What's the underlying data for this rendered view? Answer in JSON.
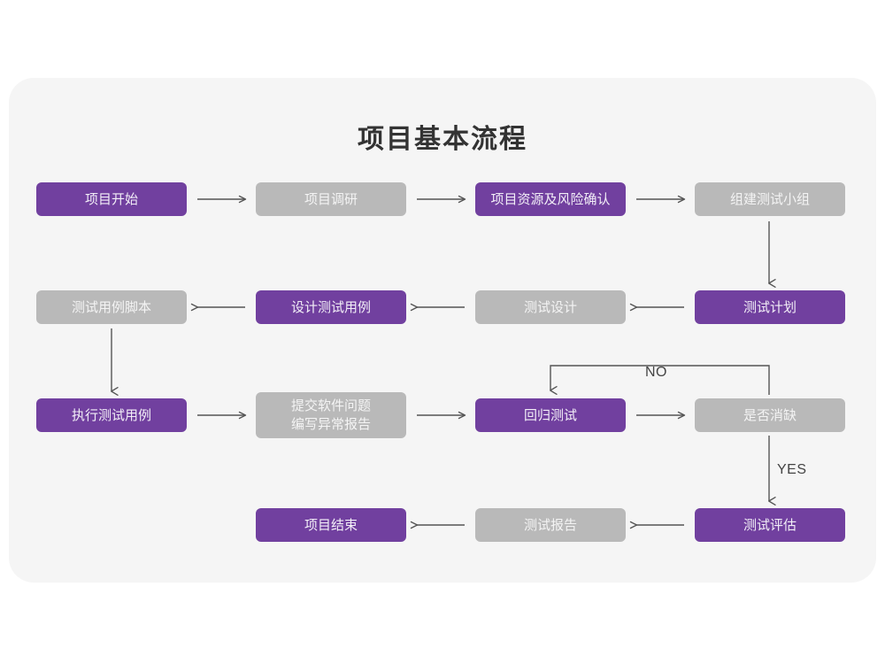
{
  "diagram": {
    "title": "项目基本流程",
    "colors": {
      "purple": "#71409F",
      "gray": "#B9B9B9",
      "card_background": "#F5F5F5",
      "page_background": "#FFFFFF",
      "connector": "#555555",
      "title_text": "#333333"
    },
    "nodes": [
      {
        "id": "n1",
        "label": "项目开始",
        "style": "purple",
        "row": 1,
        "col": 1
      },
      {
        "id": "n2",
        "label": "项目调研",
        "style": "gray",
        "row": 1,
        "col": 2
      },
      {
        "id": "n3",
        "label": "项目资源及风险确认",
        "style": "purple",
        "row": 1,
        "col": 3
      },
      {
        "id": "n4",
        "label": "组建测试小组",
        "style": "gray",
        "row": 1,
        "col": 4
      },
      {
        "id": "n5",
        "label": "测试用例脚本",
        "style": "gray",
        "row": 2,
        "col": 1
      },
      {
        "id": "n6",
        "label": "设计测试用例",
        "style": "purple",
        "row": 2,
        "col": 2
      },
      {
        "id": "n7",
        "label": "测试设计",
        "style": "gray",
        "row": 2,
        "col": 3
      },
      {
        "id": "n8",
        "label": "测试计划",
        "style": "purple",
        "row": 2,
        "col": 4
      },
      {
        "id": "n9",
        "label": "执行测试用例",
        "style": "purple",
        "row": 3,
        "col": 1
      },
      {
        "id": "n10",
        "label_line1": "提交软件问题",
        "label_line2": "编写异常报告",
        "style": "gray",
        "row": 3,
        "col": 2
      },
      {
        "id": "n11",
        "label": "回归测试",
        "style": "purple",
        "row": 3,
        "col": 3
      },
      {
        "id": "n12",
        "label": "是否消缺",
        "style": "gray",
        "row": 3,
        "col": 4
      },
      {
        "id": "n13",
        "label": "项目结束",
        "style": "purple",
        "row": 4,
        "col": 2
      },
      {
        "id": "n14",
        "label": "测试报告",
        "style": "gray",
        "row": 4,
        "col": 3
      },
      {
        "id": "n15",
        "label": "测试评估",
        "style": "purple",
        "row": 4,
        "col": 4
      }
    ],
    "edge_labels": {
      "no": "NO",
      "yes": "YES"
    },
    "edges": [
      {
        "from": "n1",
        "to": "n2",
        "direction": "right"
      },
      {
        "from": "n2",
        "to": "n3",
        "direction": "right"
      },
      {
        "from": "n3",
        "to": "n4",
        "direction": "right"
      },
      {
        "from": "n4",
        "to": "n8",
        "direction": "down"
      },
      {
        "from": "n8",
        "to": "n7",
        "direction": "left"
      },
      {
        "from": "n7",
        "to": "n6",
        "direction": "left"
      },
      {
        "from": "n6",
        "to": "n5",
        "direction": "left"
      },
      {
        "from": "n5",
        "to": "n9",
        "direction": "down"
      },
      {
        "from": "n9",
        "to": "n10",
        "direction": "right"
      },
      {
        "from": "n10",
        "to": "n11",
        "direction": "right"
      },
      {
        "from": "n11",
        "to": "n12",
        "direction": "right"
      },
      {
        "from": "n12",
        "to": "n11",
        "direction": "loop-up-left",
        "label": "NO"
      },
      {
        "from": "n12",
        "to": "n15",
        "direction": "down",
        "label": "YES"
      },
      {
        "from": "n15",
        "to": "n14",
        "direction": "left"
      },
      {
        "from": "n14",
        "to": "n13",
        "direction": "left"
      }
    ]
  }
}
